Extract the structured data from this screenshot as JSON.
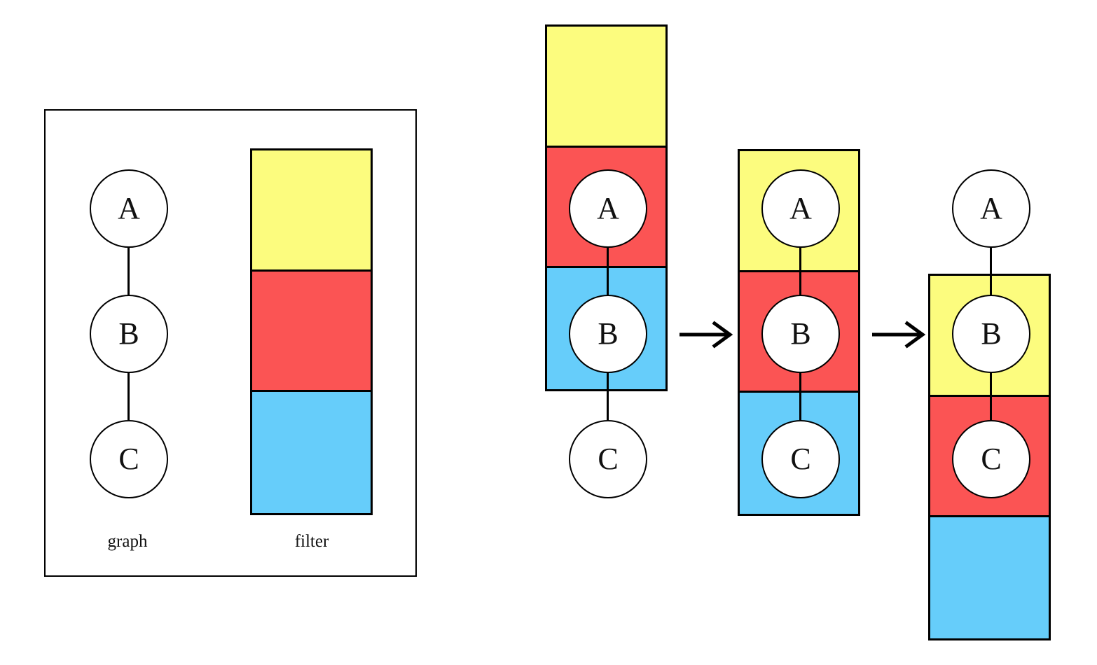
{
  "title": "graph filter sliding window diagram",
  "colors": {
    "yellow": "#FCFC7E",
    "red": "#FB5454",
    "blue": "#66CDFA",
    "node_fill": "#FFFFFF",
    "stroke": "#000000"
  },
  "legend": {
    "graph_label": "graph",
    "filter_label": "filter",
    "graph_nodes": [
      {
        "id": "A",
        "label": "A"
      },
      {
        "id": "B",
        "label": "B"
      },
      {
        "id": "C",
        "label": "C"
      }
    ],
    "filter_bands": [
      {
        "name": "band-yellow",
        "color": "#FCFC7E"
      },
      {
        "name": "band-red",
        "color": "#FB5454"
      },
      {
        "name": "band-blue",
        "color": "#66CDFA"
      }
    ]
  },
  "stages": [
    {
      "name": "stage-1",
      "filter_bands": [
        {
          "name": "band-yellow",
          "color": "#FCFC7E",
          "occupant": ""
        },
        {
          "name": "band-red",
          "color": "#FB5454",
          "occupant": "A"
        },
        {
          "name": "band-blue",
          "color": "#66CDFA",
          "occupant": "B"
        }
      ],
      "nodes": [
        {
          "id": "A",
          "label": "A",
          "inside_filter": true,
          "band": "band-red"
        },
        {
          "id": "B",
          "label": "B",
          "inside_filter": true,
          "band": "band-blue"
        },
        {
          "id": "C",
          "label": "C",
          "inside_filter": false,
          "band": ""
        }
      ]
    },
    {
      "name": "stage-2",
      "filter_bands": [
        {
          "name": "band-yellow",
          "color": "#FCFC7E",
          "occupant": "A"
        },
        {
          "name": "band-red",
          "color": "#FB5454",
          "occupant": "B"
        },
        {
          "name": "band-blue",
          "color": "#66CDFA",
          "occupant": "C"
        }
      ],
      "nodes": [
        {
          "id": "A",
          "label": "A",
          "inside_filter": true,
          "band": "band-yellow"
        },
        {
          "id": "B",
          "label": "B",
          "inside_filter": true,
          "band": "band-red"
        },
        {
          "id": "C",
          "label": "C",
          "inside_filter": true,
          "band": "band-blue"
        }
      ]
    },
    {
      "name": "stage-3",
      "filter_bands": [
        {
          "name": "band-yellow",
          "color": "#FCFC7E",
          "occupant": "B"
        },
        {
          "name": "band-red",
          "color": "#FB5454",
          "occupant": "C"
        },
        {
          "name": "band-blue",
          "color": "#66CDFA",
          "occupant": ""
        }
      ],
      "nodes": [
        {
          "id": "A",
          "label": "A",
          "inside_filter": false,
          "band": ""
        },
        {
          "id": "B",
          "label": "B",
          "inside_filter": true,
          "band": "band-yellow"
        },
        {
          "id": "C",
          "label": "C",
          "inside_filter": true,
          "band": "band-red"
        }
      ]
    }
  ],
  "arrows": [
    {
      "name": "arrow-stage1-to-stage2",
      "glyph": "right-arrow"
    },
    {
      "name": "arrow-stage2-to-stage3",
      "glyph": "right-arrow"
    }
  ]
}
